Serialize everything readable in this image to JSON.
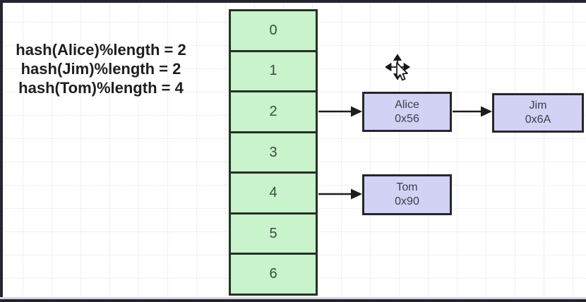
{
  "formulas": [
    "hash(Alice)%length = 2",
    "hash(Jim)%length = 2",
    "hash(Tom)%length = 4"
  ],
  "hash_table": {
    "cells": [
      "0",
      "1",
      "2",
      "3",
      "4",
      "5",
      "6"
    ]
  },
  "nodes": {
    "alice": {
      "name": "Alice",
      "address": "0x56"
    },
    "jim": {
      "name": "Jim",
      "address": "0x6A"
    },
    "tom": {
      "name": "Tom",
      "address": "0x90"
    }
  },
  "edges": [
    {
      "from": "cell-2",
      "to": "node-alice"
    },
    {
      "from": "node-alice",
      "to": "node-jim"
    },
    {
      "from": "cell-4",
      "to": "node-tom"
    }
  ],
  "colors": {
    "cell_fill": "#c8f3cb",
    "cell_border": "#263026",
    "node_fill": "#d2d2f5",
    "node_border": "#26262e",
    "arrow": "#1d1d1d",
    "text": "#1e1e1e"
  }
}
